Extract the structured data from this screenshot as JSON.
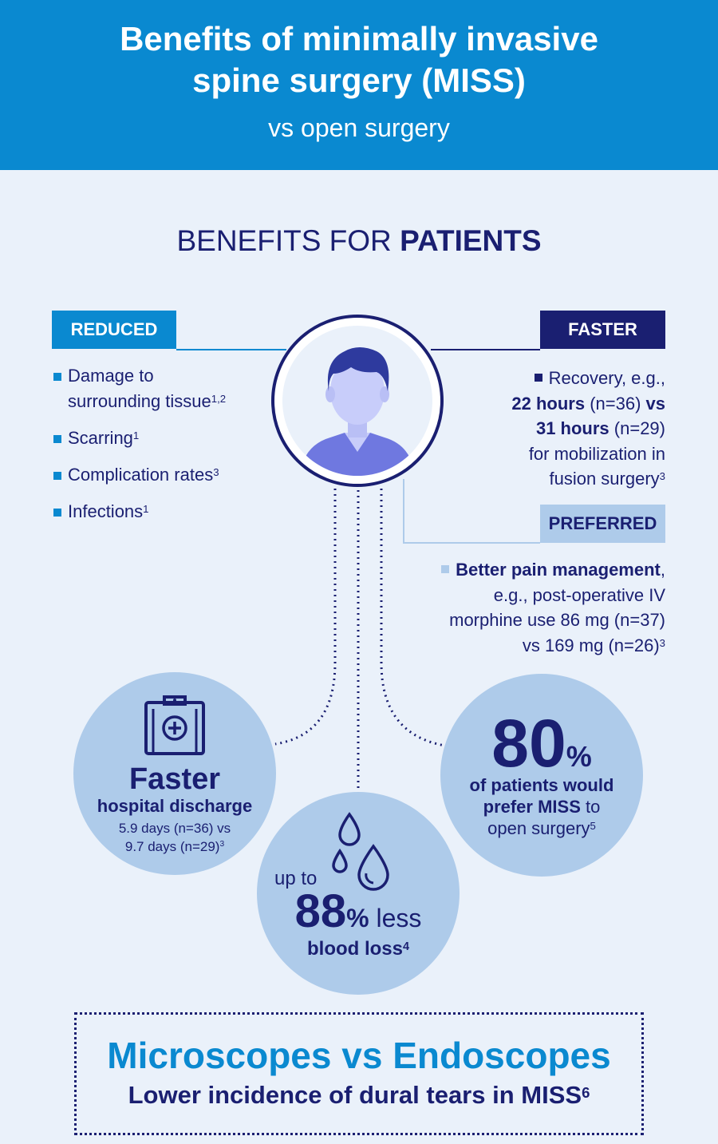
{
  "header": {
    "title_line1": "Benefits of minimally invasive",
    "title_line2": "spine surgery (MISS)",
    "subtitle": "vs open surgery"
  },
  "section": {
    "title_prefix": "BENEFITS FOR",
    "title_bold": "PATIENTS"
  },
  "reduced": {
    "label": "REDUCED",
    "items": [
      {
        "line1": "Damage to",
        "line2": "surrounding tissue",
        "ref": "1,2"
      },
      {
        "line1": "Scarring",
        "ref": "1"
      },
      {
        "line1": "Complication rates",
        "ref": "3"
      },
      {
        "line1": "Infections",
        "ref": "1"
      }
    ]
  },
  "faster": {
    "label": "FASTER",
    "line1": "Recovery, e.g.,",
    "bold1": "22 hours",
    "mid1": " (n=36) ",
    "vs": "vs",
    "bold2": "31 hours",
    "mid2": " (n=29)",
    "line4": "for mobilization in",
    "line5": "fusion surgery",
    "ref": "3"
  },
  "preferred": {
    "label": "PREFERRED",
    "bold": "Better pain management",
    "comma": ",",
    "line2": "e.g., post-operative IV",
    "line3": "morphine use 86 mg (n=37)",
    "line4": "vs 169 mg (n=26)",
    "ref": "3"
  },
  "discharge": {
    "title": "Faster",
    "subtitle": "hospital discharge",
    "line1": "5.9 days (n=36) vs",
    "line2": "9.7 days (n=29)",
    "ref": "3"
  },
  "blood": {
    "up_to": "up to",
    "value": "88",
    "pct": "%",
    "less": " less",
    "label": "blood loss",
    "ref": "4"
  },
  "prefer": {
    "value": "80",
    "pct": "%",
    "line1": "of patients would",
    "bold2": "prefer MISS",
    "rest2": " to",
    "line3": "open surgery",
    "ref": "5"
  },
  "bottom": {
    "title": "Microscopes vs Endoscopes",
    "subtitle": "Lower incidence of dural tears in MISS",
    "ref": "6"
  },
  "icons": [
    "person-avatar-icon",
    "clipboard-medical-icon",
    "blood-drops-icon"
  ],
  "colors": {
    "header_blue": "#0a89d0",
    "navy": "#1a1f71",
    "light_blue": "#aecbea",
    "background": "#eaf1fa"
  }
}
